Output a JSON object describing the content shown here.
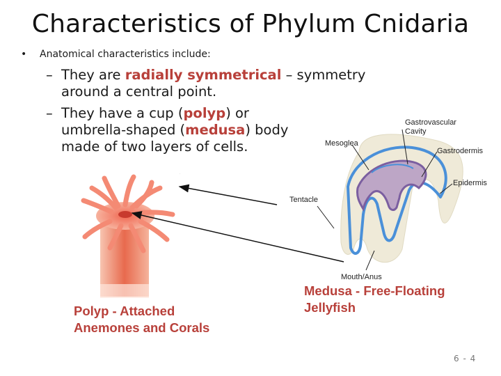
{
  "title": "Characteristics of Phylum Cnidaria",
  "bullet": {
    "marker": "•",
    "text": "Anatomical characteristics include:"
  },
  "sub1": {
    "dash": "–",
    "pre": "They are ",
    "highlight": "radially symmetrical",
    "post": " – symmetry around a central point."
  },
  "sub2": {
    "dash": "–",
    "pre1": "They have a cup (",
    "highlight1": "polyp",
    "mid": ") or umbrella-shaped (",
    "highlight2": "medusa",
    "post": ") body made of two layers of cells."
  },
  "captions": {
    "polyp": {
      "line1": "Polyp - Attached",
      "line2": "Anemones and Corals"
    },
    "medusa": {
      "line1": "Medusa - Free-Floating",
      "line2": "Jellyfish"
    }
  },
  "diagram_labels": {
    "gastrovascular": {
      "line1": "Gastrovascular",
      "line2": "Cavity"
    },
    "mesoglea": "Mesoglea",
    "gastrodermis": "Gastrodermis",
    "epidermis": "Epidermis",
    "tentacle": "Tentacle",
    "mouth": "Mouth/Anus"
  },
  "page_number": "6 - 4",
  "colors": {
    "accent": "#b8403a",
    "mesoglea_fill": "#efead8",
    "gastrodermis": "#bda6c6",
    "epidermis": "#4a90d9",
    "polyp": "#f08a6a"
  }
}
